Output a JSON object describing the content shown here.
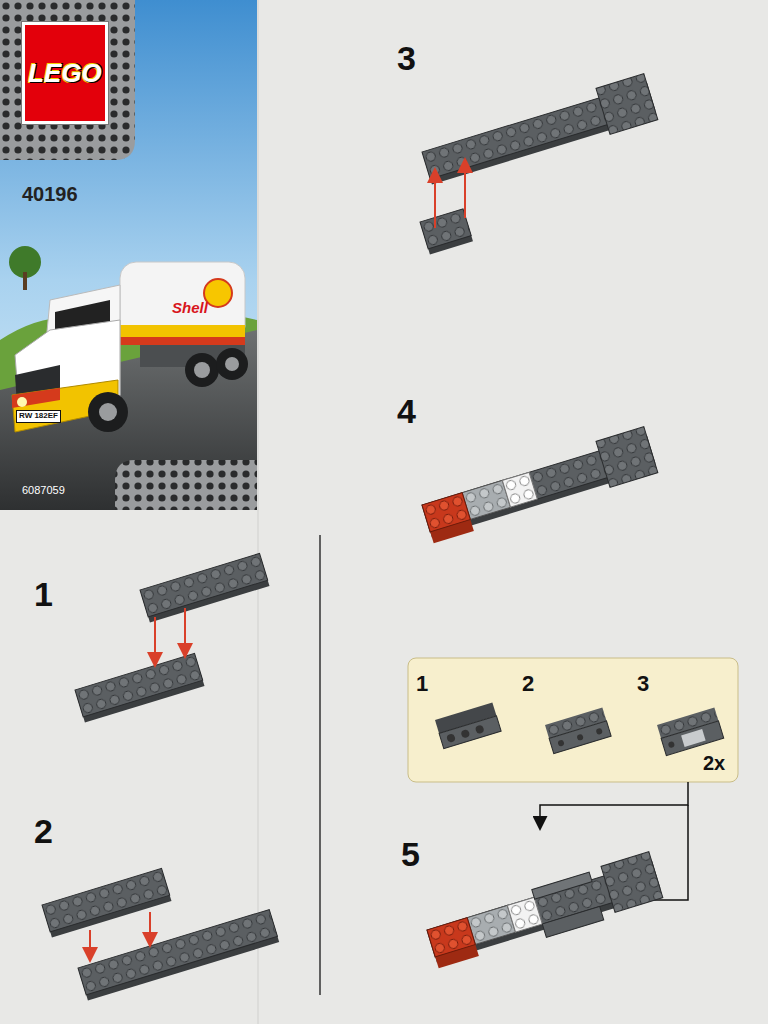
{
  "diagram": {
    "nodes": [
      {
        "text": [
          "LEGO"
        ]
      },
      {
        "text": [
          "1",
          "2",
          "3",
          "2x"
        ]
      }
    ],
    "labels": [
      "40196",
      "Shell",
      "RW 182EF",
      "6087059",
      "1",
      "2",
      "3",
      "4",
      "5"
    ]
  }
}
